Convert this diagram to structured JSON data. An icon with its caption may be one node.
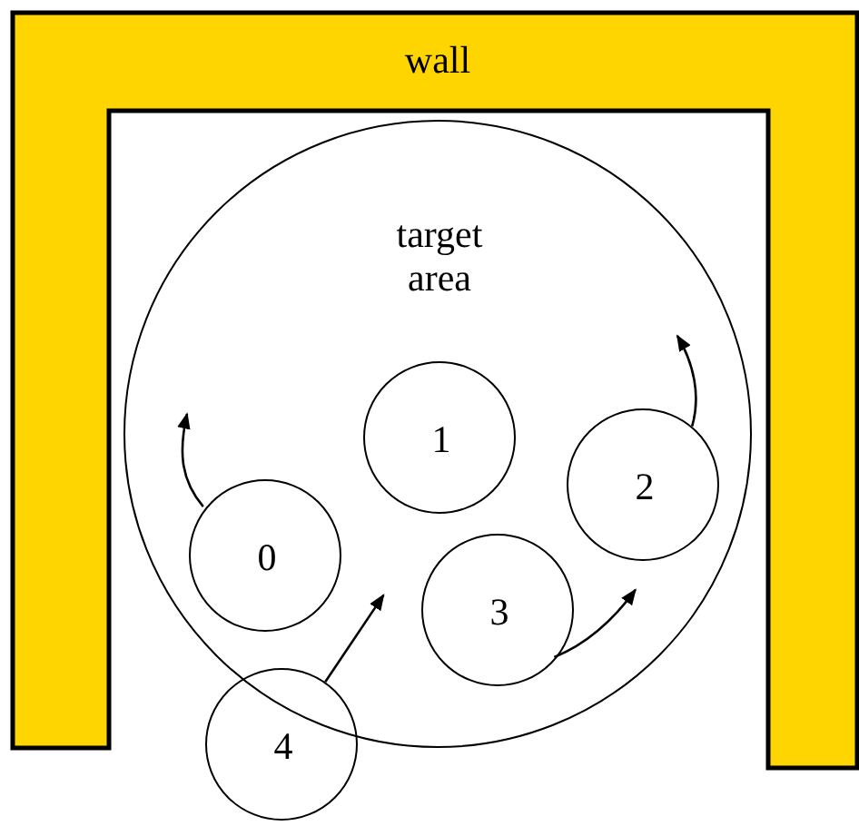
{
  "diagram": {
    "nodes": [
      {
        "text": [
          "wall"
        ]
      },
      {
        "text": [
          "target area"
        ]
      },
      {
        "text": [
          "0"
        ],
        "in": 1
      },
      {
        "text": [
          "1"
        ],
        "in": 1
      },
      {
        "text": [
          "2"
        ],
        "in": 1
      },
      {
        "text": [
          "3"
        ],
        "in": 1
      },
      {
        "text": [
          "4"
        ]
      }
    ],
    "edges": [
      {
        "from": 2,
        "to": null,
        "arrow": "to"
      },
      {
        "from": 4,
        "to": null,
        "arrow": "to"
      },
      {
        "from": 5,
        "to": 4,
        "arrow": "to"
      },
      {
        "from": 6,
        "to": 2,
        "arrow": "to"
      }
    ]
  }
}
